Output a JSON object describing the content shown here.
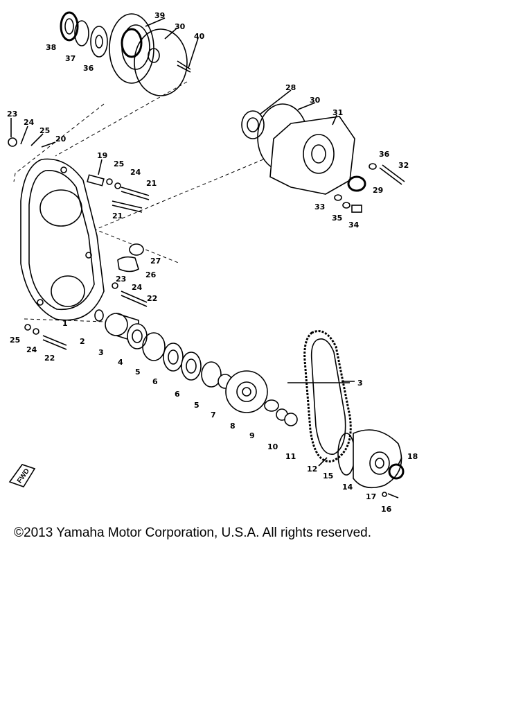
{
  "copyright": "©2013 Yamaha Motor Corporation, U.S.A. All rights reserved.",
  "fwd_label": "FWD",
  "callouts": {
    "c1": "1",
    "c2": "2",
    "c3": "3",
    "c3b": "3",
    "c4": "4",
    "c5": "5",
    "c5b": "5",
    "c6": "6",
    "c6b": "6",
    "c7": "7",
    "c8": "8",
    "c9": "9",
    "c10": "10",
    "c11": "11",
    "c12": "12",
    "c14": "14",
    "c15": "15",
    "c16": "16",
    "c17": "17",
    "c18": "18",
    "c19": "19",
    "c20": "20",
    "c21": "21",
    "c21b": "21",
    "c22": "22",
    "c22b": "22",
    "c23": "23",
    "c23b": "23",
    "c24": "24",
    "c24b": "24",
    "c24c": "24",
    "c24d": "24",
    "c25": "25",
    "c25b": "25",
    "c25c": "25",
    "c26": "26",
    "c27": "27",
    "c28": "28",
    "c29": "29",
    "c30": "30",
    "c30b": "30",
    "c31": "31",
    "c32": "32",
    "c33": "33",
    "c34": "34",
    "c35": "35",
    "c36": "36",
    "c36b": "36",
    "c37": "37",
    "c38": "38",
    "c39": "39",
    "c40": "40"
  }
}
